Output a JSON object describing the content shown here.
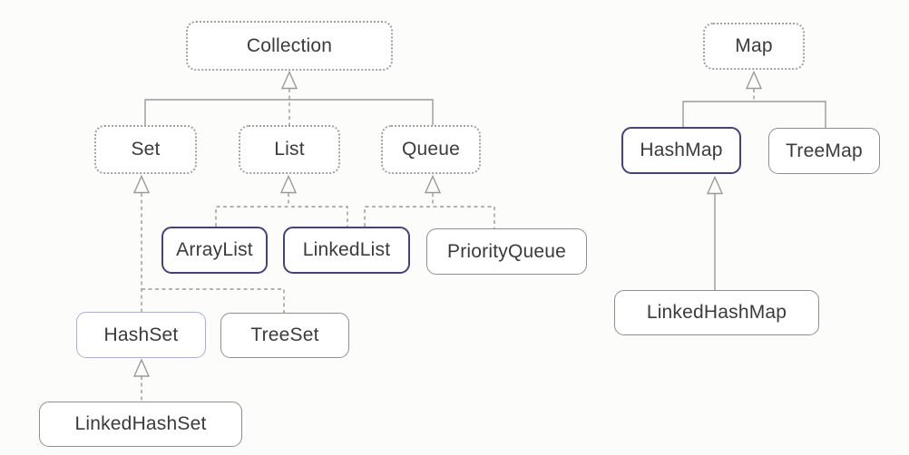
{
  "diagram": {
    "description": "Java collections framework inheritance diagram with two trees: Collection hierarchy and Map hierarchy",
    "arrow_style": "hollow-triangle-pointing-to-supertype",
    "colors": {
      "background": "#fcfcfb",
      "interface_border": "#a0a0a2",
      "class_border": "#8e8e92",
      "highlight_border": "#43437c",
      "soft_highlight_border": "#abb0d0",
      "connector_line": "#9a9a9e",
      "text": "#3b3b3d"
    },
    "collection_tree": {
      "nodes": {
        "collection": {
          "label": "Collection",
          "kind": "interface"
        },
        "set": {
          "label": "Set",
          "kind": "interface"
        },
        "list": {
          "label": "List",
          "kind": "interface"
        },
        "queue": {
          "label": "Queue",
          "kind": "interface"
        },
        "arraylist": {
          "label": "ArrayList",
          "kind": "class",
          "emphasis": "strong"
        },
        "linkedlist": {
          "label": "LinkedList",
          "kind": "class",
          "emphasis": "strong"
        },
        "priorityqueue": {
          "label": "PriorityQueue",
          "kind": "class"
        },
        "hashset": {
          "label": "HashSet",
          "kind": "class",
          "emphasis": "soft"
        },
        "treeset": {
          "label": "TreeSet",
          "kind": "class"
        },
        "linkedhashset": {
          "label": "LinkedHashSet",
          "kind": "class"
        }
      },
      "edges": [
        {
          "from": "Set",
          "to": "Collection",
          "style": "dashed"
        },
        {
          "from": "List",
          "to": "Collection",
          "style": "dashed"
        },
        {
          "from": "Queue",
          "to": "Collection",
          "style": "dashed"
        },
        {
          "from": "ArrayList",
          "to": "List",
          "style": "dashed"
        },
        {
          "from": "LinkedList",
          "to": "List",
          "style": "dashed"
        },
        {
          "from": "LinkedList",
          "to": "Queue",
          "style": "dashed"
        },
        {
          "from": "PriorityQueue",
          "to": "Queue",
          "style": "dashed"
        },
        {
          "from": "HashSet",
          "to": "Set",
          "style": "dashed"
        },
        {
          "from": "TreeSet",
          "to": "Set",
          "style": "dashed"
        },
        {
          "from": "LinkedHashSet",
          "to": "HashSet",
          "style": "dashed"
        }
      ]
    },
    "map_tree": {
      "nodes": {
        "map": {
          "label": "Map",
          "kind": "interface"
        },
        "hashmap": {
          "label": "HashMap",
          "kind": "class",
          "emphasis": "strong"
        },
        "treemap": {
          "label": "TreeMap",
          "kind": "class"
        },
        "linkedhashmap": {
          "label": "LinkedHashMap",
          "kind": "class"
        }
      },
      "edges": [
        {
          "from": "HashMap",
          "to": "Map",
          "style": "dashed"
        },
        {
          "from": "TreeMap",
          "to": "Map",
          "style": "dashed"
        },
        {
          "from": "LinkedHashMap",
          "to": "HashMap",
          "style": "solid"
        }
      ]
    }
  }
}
